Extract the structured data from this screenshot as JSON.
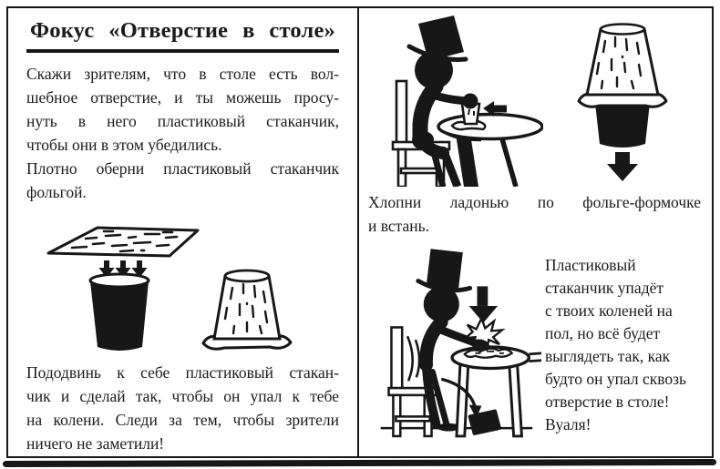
{
  "colors": {
    "ink": "#171717",
    "paper": "#ffffff"
  },
  "left_panel": {
    "title": "Фокус «Отверстие в столе»",
    "intro_lines": [
      "Скажи зрителям, что в столе есть вол-",
      "шебное отверстие, и ты можешь просу-",
      "нуть в него пластиковый стаканчик,",
      "чтобы они в этом убедились.",
      "Плотно оберни пластиковый стаканчик",
      "фольгой."
    ],
    "step2_lines": [
      "Пододвинь к себе пластиковый стакан-",
      "чик и сделай так, чтобы он упал к тебе",
      "на колени. Следи за тем, чтобы зрители",
      "ничего не заметили!"
    ]
  },
  "right_panel": {
    "step3_lines": [
      "Хлопни ладонью по фольге-формочке",
      "и встань."
    ],
    "finale_lines": [
      "Пластиковый",
      "стаканчик упадёт",
      "с твоих коленей на",
      "пол, но всё будет",
      "выглядеть так, как",
      "будто он упал сквозь",
      "отверстие в столе!",
      "Вуаля!"
    ]
  }
}
